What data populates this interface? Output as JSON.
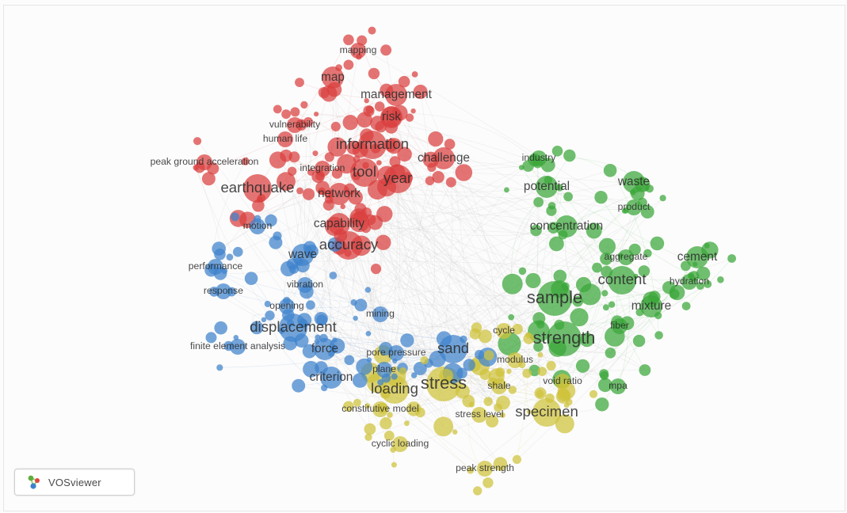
{
  "app": {
    "logo_text": "VOSviewer"
  },
  "colors": {
    "cluster_red": "#d9403f",
    "cluster_green": "#3aa639",
    "cluster_blue": "#3e82cc",
    "cluster_yellow": "#cfc23a",
    "link": "#c9c9c9"
  },
  "network": {
    "clusters": [
      {
        "id": "red",
        "color": "#d9403f"
      },
      {
        "id": "green",
        "color": "#3aa639"
      },
      {
        "id": "blue",
        "color": "#3e82cc"
      },
      {
        "id": "yellow",
        "color": "#cfc23a"
      }
    ],
    "labels": [
      {
        "text": "mapping",
        "cluster": "red",
        "weight": 1
      },
      {
        "text": "map",
        "cluster": "red",
        "weight": 2
      },
      {
        "text": "management",
        "cluster": "red",
        "weight": 2
      },
      {
        "text": "risk",
        "cluster": "red",
        "weight": 2
      },
      {
        "text": "vulnerability",
        "cluster": "red",
        "weight": 1
      },
      {
        "text": "human life",
        "cluster": "red",
        "weight": 1
      },
      {
        "text": "information",
        "cluster": "red",
        "weight": 3
      },
      {
        "text": "challenge",
        "cluster": "red",
        "weight": 2
      },
      {
        "text": "peak ground acceleration",
        "cluster": "red",
        "weight": 1
      },
      {
        "text": "integration",
        "cluster": "red",
        "weight": 1
      },
      {
        "text": "tool",
        "cluster": "red",
        "weight": 3
      },
      {
        "text": "year",
        "cluster": "red",
        "weight": 3
      },
      {
        "text": "earthquake",
        "cluster": "red",
        "weight": 3
      },
      {
        "text": "network",
        "cluster": "red",
        "weight": 2
      },
      {
        "text": "capability",
        "cluster": "red",
        "weight": 2
      },
      {
        "text": "accuracy",
        "cluster": "red",
        "weight": 3
      },
      {
        "text": "industry",
        "cluster": "green",
        "weight": 1
      },
      {
        "text": "waste",
        "cluster": "green",
        "weight": 2
      },
      {
        "text": "potential",
        "cluster": "green",
        "weight": 2
      },
      {
        "text": "product",
        "cluster": "green",
        "weight": 1
      },
      {
        "text": "concentration",
        "cluster": "green",
        "weight": 2
      },
      {
        "text": "aggregate",
        "cluster": "green",
        "weight": 1
      },
      {
        "text": "cement",
        "cluster": "green",
        "weight": 2
      },
      {
        "text": "content",
        "cluster": "green",
        "weight": 3
      },
      {
        "text": "hydration",
        "cluster": "green",
        "weight": 1
      },
      {
        "text": "sample",
        "cluster": "green",
        "weight": 4
      },
      {
        "text": "mixture",
        "cluster": "green",
        "weight": 2
      },
      {
        "text": "strength",
        "cluster": "green",
        "weight": 4
      },
      {
        "text": "fiber",
        "cluster": "green",
        "weight": 1
      },
      {
        "text": "mpa",
        "cluster": "green",
        "weight": 1
      },
      {
        "text": "motion",
        "cluster": "blue",
        "weight": 1
      },
      {
        "text": "wave",
        "cluster": "blue",
        "weight": 2
      },
      {
        "text": "performance",
        "cluster": "blue",
        "weight": 1
      },
      {
        "text": "vibration",
        "cluster": "blue",
        "weight": 1
      },
      {
        "text": "response",
        "cluster": "blue",
        "weight": 1
      },
      {
        "text": "opening",
        "cluster": "blue",
        "weight": 1
      },
      {
        "text": "displacement",
        "cluster": "blue",
        "weight": 3
      },
      {
        "text": "mining",
        "cluster": "blue",
        "weight": 1
      },
      {
        "text": "finite element analysis",
        "cluster": "blue",
        "weight": 1
      },
      {
        "text": "force",
        "cluster": "blue",
        "weight": 2
      },
      {
        "text": "pore pressure",
        "cluster": "blue",
        "weight": 1
      },
      {
        "text": "sand",
        "cluster": "blue",
        "weight": 3
      },
      {
        "text": "criterion",
        "cluster": "blue",
        "weight": 2
      },
      {
        "text": "plane",
        "cluster": "blue",
        "weight": 1
      },
      {
        "text": "stress",
        "cluster": "yellow",
        "weight": 4
      },
      {
        "text": "loading",
        "cluster": "yellow",
        "weight": 3
      },
      {
        "text": "modulus",
        "cluster": "yellow",
        "weight": 1
      },
      {
        "text": "cycle",
        "cluster": "yellow",
        "weight": 1
      },
      {
        "text": "shale",
        "cluster": "yellow",
        "weight": 1
      },
      {
        "text": "void ratio",
        "cluster": "yellow",
        "weight": 1
      },
      {
        "text": "constitutive model",
        "cluster": "yellow",
        "weight": 1
      },
      {
        "text": "specimen",
        "cluster": "yellow",
        "weight": 3
      },
      {
        "text": "stress level",
        "cluster": "yellow",
        "weight": 1
      },
      {
        "text": "cyclic loading",
        "cluster": "yellow",
        "weight": 1
      },
      {
        "text": "peak strength",
        "cluster": "yellow",
        "weight": 1
      }
    ]
  }
}
